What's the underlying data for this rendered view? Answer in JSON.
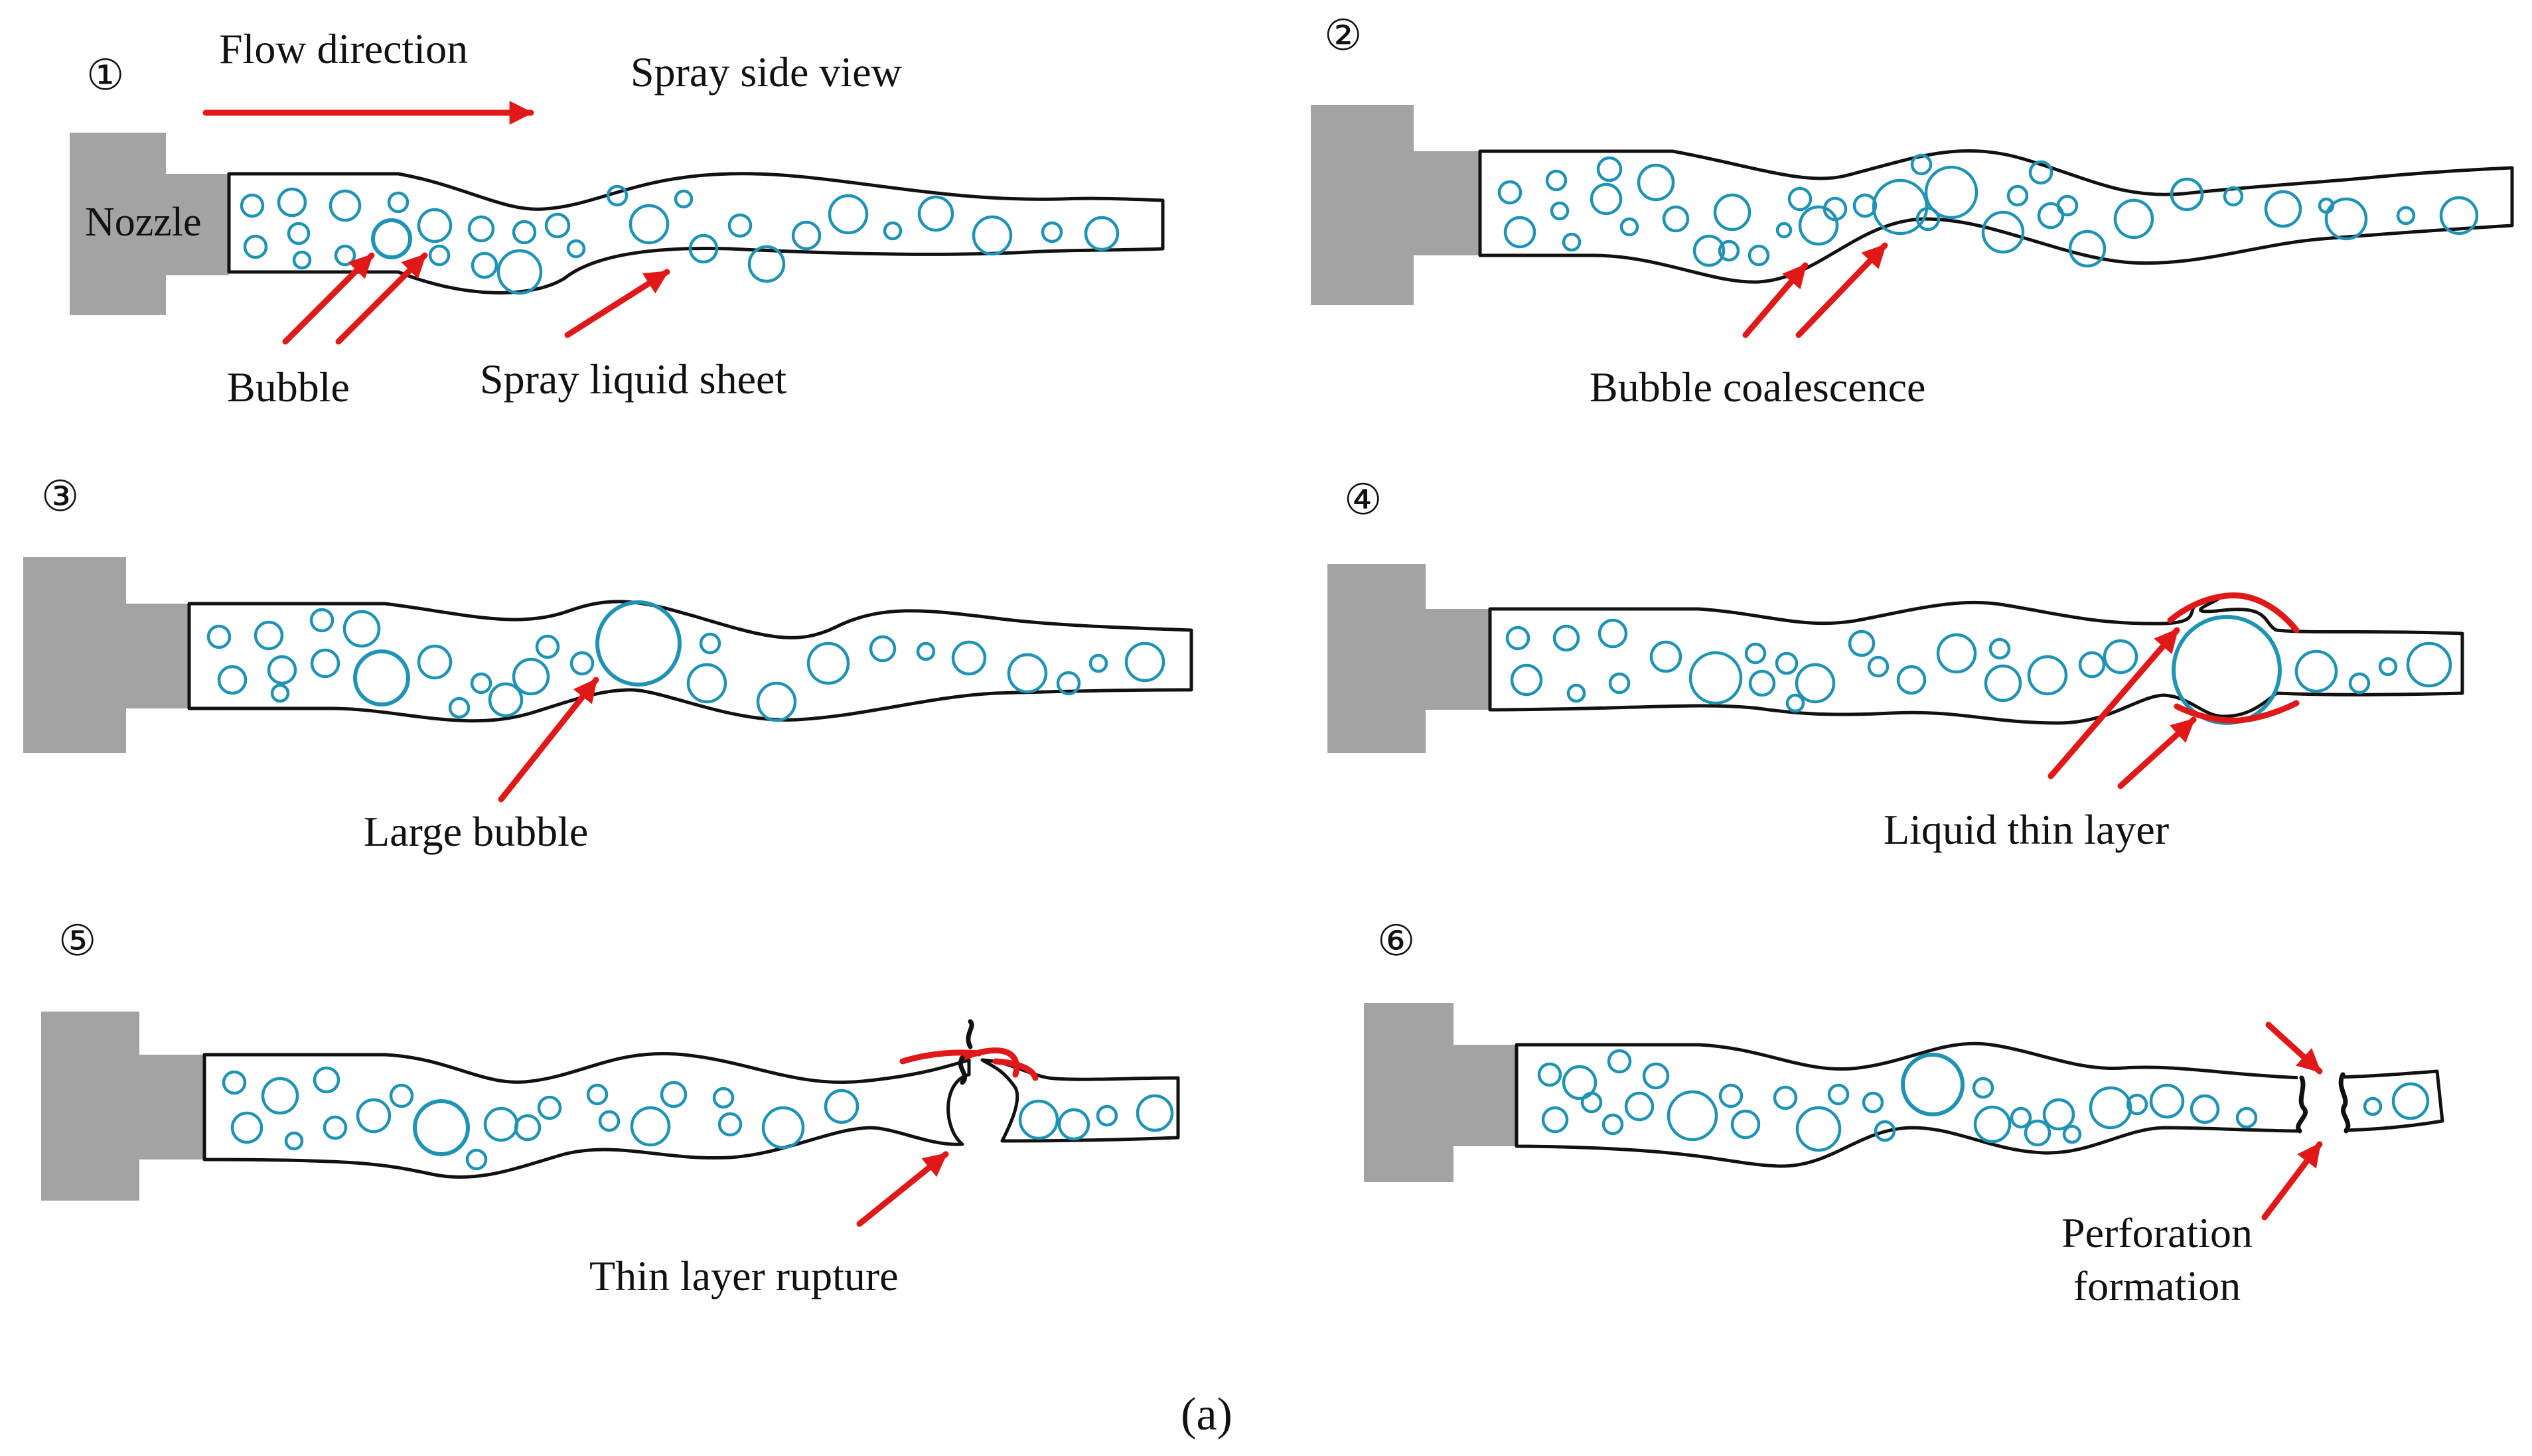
{
  "figure": {
    "caption": "(a)",
    "colors": {
      "bubble": "#1f93b3",
      "arrow": "#e01818",
      "nozzle": "#a3a3a3",
      "outline": "#111111"
    }
  },
  "panels": [
    {
      "number": "①",
      "labels": {
        "flow_direction": "Flow direction",
        "view": "Spray side view",
        "nozzle": "Nozzle",
        "bubble": "Bubble",
        "sheet": "Spray liquid sheet"
      }
    },
    {
      "number": "②",
      "labels": {
        "stage": "Bubble coalescence"
      }
    },
    {
      "number": "③",
      "labels": {
        "stage": "Large bubble"
      }
    },
    {
      "number": "④",
      "labels": {
        "stage": "Liquid thin layer"
      }
    },
    {
      "number": "⑤",
      "labels": {
        "stage": "Thin layer rupture"
      }
    },
    {
      "number": "⑥",
      "labels": {
        "stage_line1": "Perforation",
        "stage_line2": "formation"
      }
    }
  ]
}
